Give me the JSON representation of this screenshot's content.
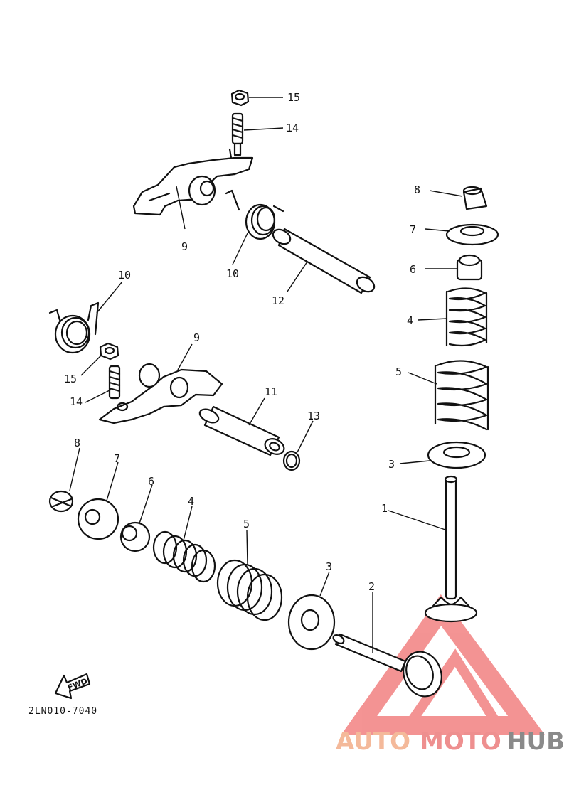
{
  "diagram": {
    "code": "2LN010-7040",
    "fwd_label": "FWD",
    "callouts": {
      "n1": "1",
      "n2": "2",
      "n3a": "3",
      "n3b": "3",
      "n4a": "4",
      "n4b": "4",
      "n5a": "5",
      "n5b": "5",
      "n6a": "6",
      "n6b": "6",
      "n7a": "7",
      "n7b": "7",
      "n8a": "8",
      "n8b": "8",
      "n9a": "9",
      "n9b": "9",
      "n10a": "10",
      "n10b": "10",
      "n11": "11",
      "n12": "12",
      "n13": "13",
      "n14a": "14",
      "n14b": "14",
      "n15a": "15",
      "n15b": "15"
    }
  },
  "watermark": {
    "part1": "AUTO",
    "part2": "MOTO",
    "part3": "HUB"
  },
  "colors": {
    "ink": "#111111",
    "wm_triangle": "#f07070",
    "wm_auto": "#f4b99a",
    "wm_moto": "#ee8f8f",
    "wm_hub": "#8a8a8a"
  }
}
